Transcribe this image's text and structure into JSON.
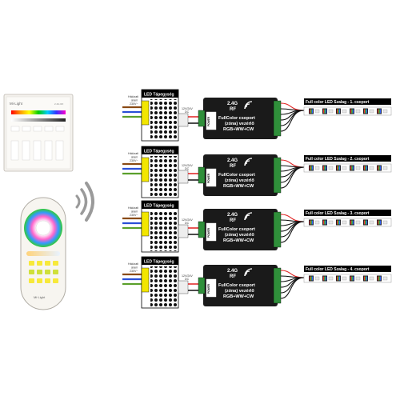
{
  "wall_panel": {
    "brand": "Mi·Light",
    "model": "2.4G RF"
  },
  "remote": {
    "brand": "Mi·Light"
  },
  "zones": [
    {
      "psu_title": "LED Tápegység",
      "mains_label_1": "Hálózati",
      "mains_label_2": "áram",
      "mains_label_3": "230V~",
      "dc_label_1": "12V/24V",
      "dc_label_2": "DC",
      "ctrl_rf_1": "2.4G",
      "ctrl_rf_2": "RF",
      "ctrl_desc_1": "FullColor csoport",
      "ctrl_desc_2": "(zóna) vezérlő",
      "ctrl_desc_3": "RGB+WW+CW",
      "ctrl_power": "POWER",
      "strip_title": "Full color LED Szalag - 1. csoport"
    },
    {
      "psu_title": "LED Tápegység",
      "mains_label_1": "Hálózati",
      "mains_label_2": "áram",
      "mains_label_3": "230V~",
      "dc_label_1": "12V/24V",
      "dc_label_2": "DC",
      "ctrl_rf_1": "2.4G",
      "ctrl_rf_2": "RF",
      "ctrl_desc_1": "FullColor csoport",
      "ctrl_desc_2": "(zóna) vezérlő",
      "ctrl_desc_3": "RGB+WW+CW",
      "ctrl_power": "POWER",
      "strip_title": "Full color LED Szalag - 2. csoport"
    },
    {
      "psu_title": "LED Tápegység",
      "mains_label_1": "Hálózati",
      "mains_label_2": "áram",
      "mains_label_3": "230V~",
      "dc_label_1": "12V/24V",
      "dc_label_2": "DC",
      "ctrl_rf_1": "2.4G",
      "ctrl_rf_2": "RF",
      "ctrl_desc_1": "FullColor csoport",
      "ctrl_desc_2": "(zóna) vezérlő",
      "ctrl_desc_3": "RGB+WW+CW",
      "ctrl_power": "POWER",
      "strip_title": "Full color LED Szalag - 3. csoport"
    },
    {
      "psu_title": "LED Tápegység",
      "mains_label_1": "Hálózati",
      "mains_label_2": "áram",
      "mains_label_3": "230V~",
      "dc_label_1": "12V/24V",
      "dc_label_2": "DC",
      "ctrl_rf_1": "2.4G",
      "ctrl_rf_2": "RF",
      "ctrl_desc_1": "FullColor csoport",
      "ctrl_desc_2": "(zóna) vezérlő",
      "ctrl_desc_3": "RGB+WW+CW",
      "ctrl_power": "POWER",
      "strip_title": "Full color LED Szalag - 4. csoport"
    }
  ],
  "colors": {
    "controller_body": "#1a1a1a",
    "terminal_green": "#2f8f3a",
    "terminal_yellow": "#f2e600",
    "psu_grid": "#000000",
    "wire_red": "#e02020",
    "wire_black": "#111111",
    "wire_blue": "#2a4fd6",
    "wire_brown": "#8a4b14",
    "wire_ground": "#5aa02c",
    "strip_background": "#ffffff"
  }
}
